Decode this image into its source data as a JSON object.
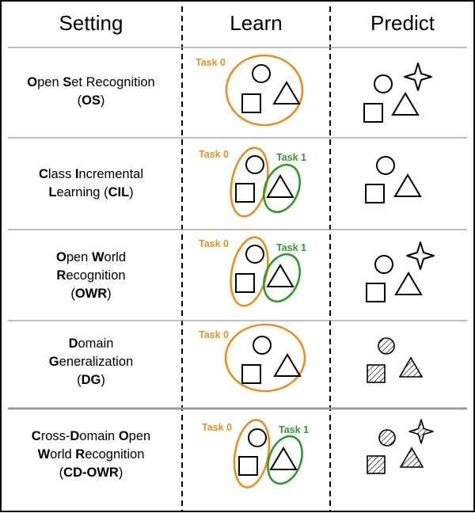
{
  "headers": {
    "setting": "Setting",
    "learn": "Learn",
    "predict": "Predict"
  },
  "rows": [
    {
      "id": "os",
      "lines": [
        [
          {
            "t": "O",
            "b": true
          },
          {
            "t": "pen ",
            "b": false
          },
          {
            "t": "S",
            "b": true
          },
          {
            "t": "et Recognition",
            "b": false
          }
        ],
        [
          {
            "t": "(",
            "b": false
          },
          {
            "t": "OS",
            "b": true
          },
          {
            "t": ")",
            "b": false
          }
        ]
      ],
      "tasks": [
        "Task 0"
      ]
    },
    {
      "id": "cil",
      "lines": [
        [
          {
            "t": "C",
            "b": true
          },
          {
            "t": "lass ",
            "b": false
          },
          {
            "t": "I",
            "b": true
          },
          {
            "t": "ncremental",
            "b": false
          }
        ],
        [
          {
            "t": "L",
            "b": true
          },
          {
            "t": "earning (",
            "b": false
          },
          {
            "t": "CIL",
            "b": true
          },
          {
            "t": ")",
            "b": false
          }
        ]
      ],
      "tasks": [
        "Task 0",
        "Task 1"
      ]
    },
    {
      "id": "owr",
      "lines": [
        [
          {
            "t": "O",
            "b": true
          },
          {
            "t": "pen ",
            "b": false
          },
          {
            "t": "W",
            "b": true
          },
          {
            "t": "orld",
            "b": false
          }
        ],
        [
          {
            "t": "R",
            "b": true
          },
          {
            "t": "ecognition",
            "b": false
          }
        ],
        [
          {
            "t": "(",
            "b": false
          },
          {
            "t": "OWR",
            "b": true
          },
          {
            "t": ")",
            "b": false
          }
        ]
      ],
      "tasks": [
        "Task 0",
        "Task 1"
      ]
    },
    {
      "id": "dg",
      "lines": [
        [
          {
            "t": "D",
            "b": true
          },
          {
            "t": "omain",
            "b": false
          }
        ],
        [
          {
            "t": "G",
            "b": true
          },
          {
            "t": "eneralization",
            "b": false
          }
        ],
        [
          {
            "t": "(",
            "b": false
          },
          {
            "t": "DG",
            "b": true
          },
          {
            "t": ")",
            "b": false
          }
        ]
      ],
      "tasks": [
        "Task 0"
      ]
    },
    {
      "id": "cdowr",
      "lines": [
        [
          {
            "t": "C",
            "b": true
          },
          {
            "t": "ross-",
            "b": false
          },
          {
            "t": "D",
            "b": true
          },
          {
            "t": "omain ",
            "b": false
          },
          {
            "t": "O",
            "b": true
          },
          {
            "t": "pen",
            "b": false
          }
        ],
        [
          {
            "t": "W",
            "b": true
          },
          {
            "t": "orld ",
            "b": false
          },
          {
            "t": "R",
            "b": true
          },
          {
            "t": "ecognition",
            "b": false
          }
        ],
        [
          {
            "t": "(",
            "b": false
          },
          {
            "t": "CD-OWR",
            "b": true
          },
          {
            "t": ")",
            "b": false
          }
        ]
      ],
      "tasks": [
        "Task 0",
        "Task 1"
      ]
    }
  ],
  "colors": {
    "task0": "#ee8e1e",
    "task1": "#2e9b2a",
    "divider": "#aaaaaa"
  }
}
